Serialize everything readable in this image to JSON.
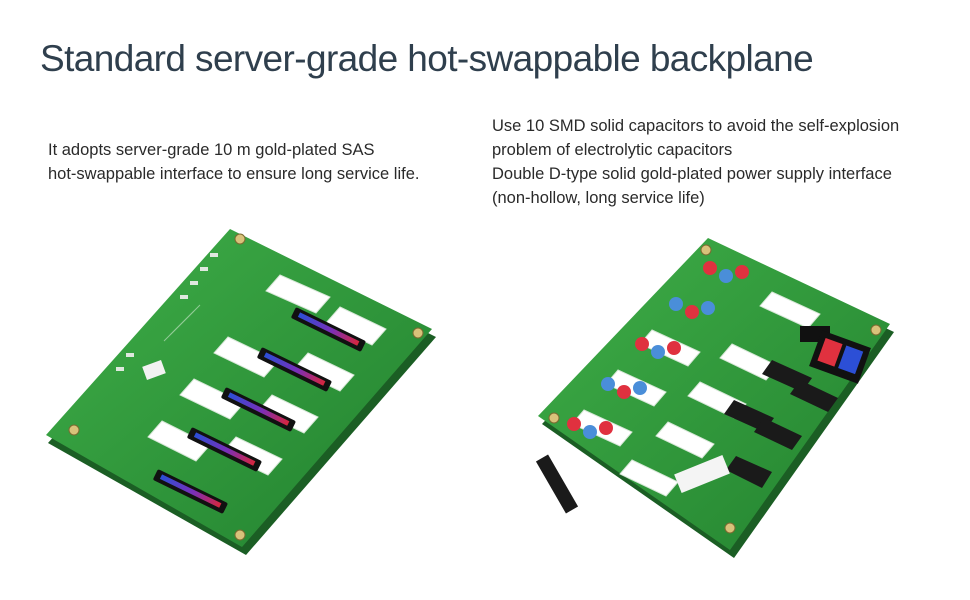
{
  "title": "Standard server-grade hot-swappable backplane",
  "left_caption": {
    "lines": [
      "It adopts server-grade 10 m gold-plated SAS",
      "hot-swappable interface to ensure long service life."
    ]
  },
  "right_caption": {
    "lines": [
      "Use 10 SMD solid capacitors to avoid the self-explosion",
      "problem of electrolytic capacitors",
      "Double D-type solid gold-plated power supply interface",
      "(non-hollow, long service life)"
    ]
  },
  "colors": {
    "title": "#2f3f4d",
    "pcb": "#2f9a3a",
    "pcb_dark": "#1e7a2c",
    "connector": "#1a1a1a",
    "gold_red": "#d7263d",
    "gold_blue": "#2c4fd6",
    "capacitor_red": "#e0313f",
    "capacitor_blue": "#4a8ed9"
  }
}
